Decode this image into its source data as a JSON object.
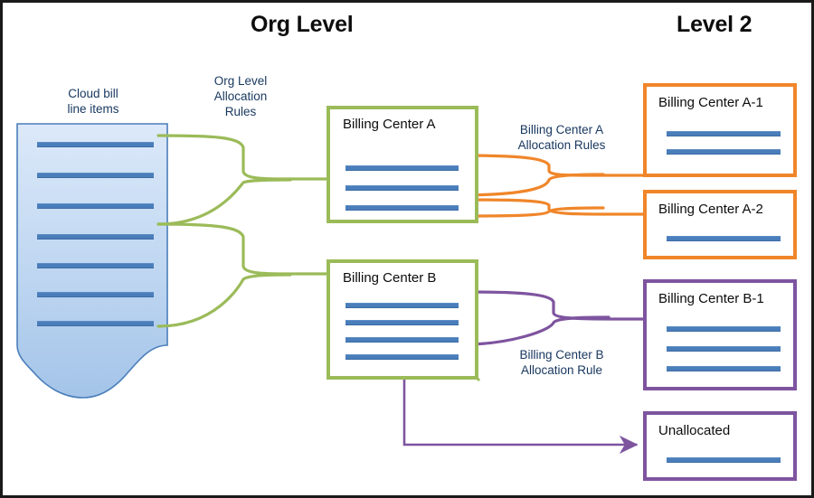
{
  "headings": {
    "org_level": "Org Level",
    "level_2": "Level 2"
  },
  "captions": {
    "cloud_bill": "Cloud bill\nline items",
    "org_level_rules": "Org Level\nAllocation\nRules",
    "bc_a_rules": "Billing Center A\nAllocation Rules",
    "bc_b_rules": "Billing Center B\nAllocation Rule"
  },
  "source": {
    "name": "cloud-bill-document",
    "line_count": 7,
    "fill_top": "#cfe0f5",
    "fill_bottom": "#a8c6ea",
    "border": "#4a7ebb"
  },
  "boxes": [
    {
      "id": "bc-a",
      "title": "Billing Center A",
      "line_count": 3,
      "border": "#9bbb59",
      "level": "org"
    },
    {
      "id": "bc-b",
      "title": "Billing Center B",
      "line_count": 4,
      "border": "#9bbb59",
      "level": "org"
    },
    {
      "id": "bc-a1",
      "title": "Billing Center A-1",
      "line_count": 2,
      "border": "#f0862a",
      "level": "level2"
    },
    {
      "id": "bc-a2",
      "title": "Billing Center A-2",
      "line_count": 1,
      "border": "#f0862a",
      "level": "level2"
    },
    {
      "id": "bc-b1",
      "title": "Billing Center B-1",
      "line_count": 3,
      "border": "#7e549f",
      "level": "level2"
    },
    {
      "id": "bc-un",
      "title": "Unallocated",
      "line_count": 1,
      "border": "#7e549f",
      "level": "level2"
    }
  ],
  "connectors": {
    "org_color": "#9bbb59",
    "bc_a_color": "#f0862a",
    "bc_b_color": "#7e549f",
    "unallocated_color": "#7e549f"
  },
  "colors": {
    "line_blue": "#4a7ebb",
    "text_navy": "#17375e",
    "frame": "#1a1a1a"
  }
}
